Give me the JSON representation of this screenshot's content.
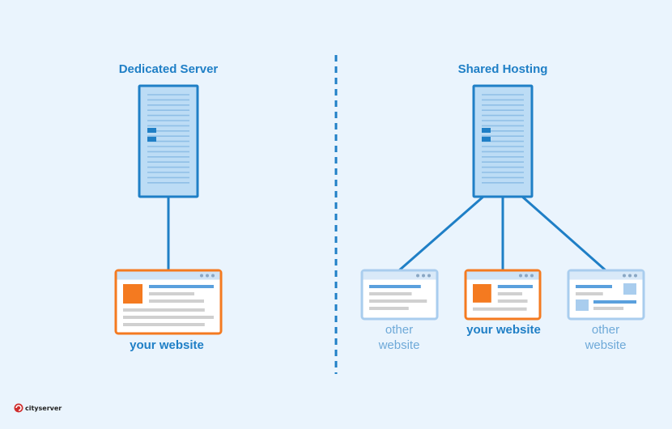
{
  "left_panel": {
    "title": "Dedicated Server",
    "site_label": "your website"
  },
  "right_panel": {
    "title": "Shared Hosting",
    "sites": [
      {
        "label_lines": [
          "other",
          "website"
        ],
        "style": "other-left"
      },
      {
        "label_lines": [
          "your website"
        ],
        "style": "yours"
      },
      {
        "label_lines": [
          "other",
          "website"
        ],
        "style": "other-right"
      }
    ]
  },
  "logo": {
    "text": "cityserver"
  },
  "colors": {
    "background": "#eaf4fd",
    "blue": "#1f7fc6",
    "server_fill": "#bcdcf5",
    "light_blue": "#a9cdee",
    "orange": "#f47a20",
    "gray": "#d0d0d0",
    "muted_text": "#6ea9d8"
  }
}
